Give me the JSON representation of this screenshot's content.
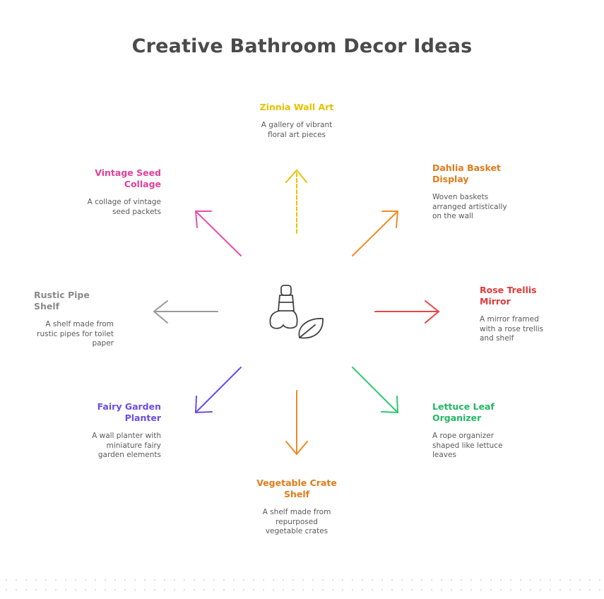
{
  "title": "Creative Bathroom Decor Ideas",
  "center_icon": "light-bulb-and-leaf-icon",
  "nodes": {
    "zinnia": {
      "title": "Zinnia Wall Art",
      "desc": "A gallery of vibrant floral art pieces",
      "color": "#e6c200"
    },
    "dahlia": {
      "title": "Dahlia Basket Display",
      "desc": "Woven baskets arranged artistically on the wall",
      "color": "#e07b1a"
    },
    "rose": {
      "title": "Rose Trellis Mirror",
      "desc": "A mirror framed with a rose trellis and shelf",
      "color": "#e03a3a"
    },
    "lettuce": {
      "title": "Lettuce Leaf Organizer",
      "desc": "A rope organizer shaped like lettuce leaves",
      "color": "#22b864"
    },
    "vegetable": {
      "title": "Vegetable Crate Shelf",
      "desc": "A shelf made from repurposed vegetable crates",
      "color": "#e07b1a"
    },
    "fairy": {
      "title": "Fairy Garden Planter",
      "desc": "A wall planter with miniature fairy garden elements",
      "color": "#6a4ce6"
    },
    "rustic": {
      "title": "Rustic Pipe Shelf",
      "desc": "A shelf made from rustic pipes for toilet paper",
      "color": "#8a8a8a"
    },
    "vintage": {
      "title": "Vintage Seed Collage",
      "desc": "A collage of vintage seed packets",
      "color": "#e0409c"
    }
  }
}
